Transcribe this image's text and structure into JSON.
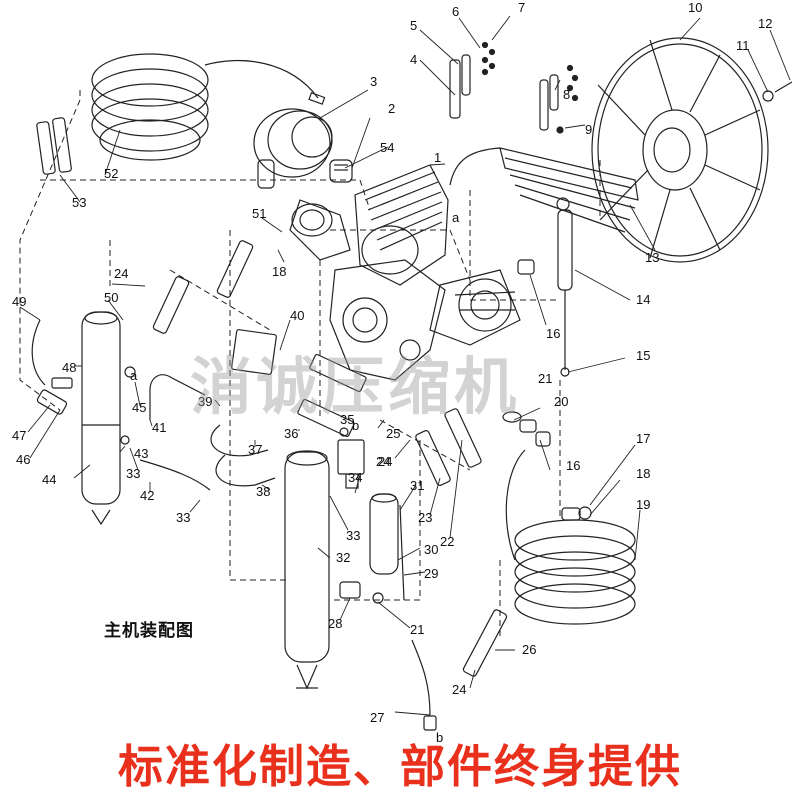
{
  "diagram": {
    "caption": "主机装配图",
    "slogan": "标准化制造、部件终身提供",
    "watermark": "消诚压缩机",
    "colors": {
      "line": "#222222",
      "slogan": "#e8301c",
      "watermark": "#969696"
    },
    "callouts": [
      "1",
      "2",
      "3",
      "4",
      "5",
      "6",
      "7",
      "8",
      "9",
      "10",
      "11",
      "12",
      "13",
      "14",
      "15",
      "16",
      "16",
      "17",
      "18",
      "18",
      "19",
      "20",
      "21",
      "21",
      "22",
      "23",
      "24",
      "24",
      "24",
      "24",
      "25",
      "26",
      "27",
      "28",
      "29",
      "30",
      "31",
      "32",
      "33",
      "33",
      "33",
      "34",
      "35",
      "36",
      "37",
      "38",
      "39",
      "40",
      "41",
      "42",
      "43",
      "44",
      "45",
      "46",
      "47",
      "48",
      "49",
      "50",
      "51",
      "52",
      "53",
      "54"
    ],
    "markers": [
      "a",
      "a",
      "b",
      "b"
    ]
  }
}
